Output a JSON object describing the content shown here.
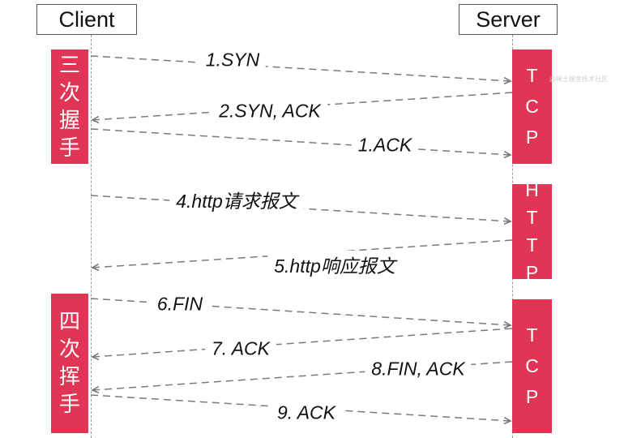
{
  "actors": {
    "client": "Client",
    "server": "Server"
  },
  "bars": {
    "handshake": [
      "三",
      "次",
      "握",
      "手"
    ],
    "tcp_top": [
      "T",
      "C",
      "P"
    ],
    "http": [
      "H",
      "T",
      "T",
      "P"
    ],
    "wave": [
      "四",
      "次",
      "挥",
      "手"
    ],
    "tcp_bottom": [
      "T",
      "C",
      "P"
    ]
  },
  "colors": {
    "bar": "#e03554",
    "arrow": "#7a7a7a"
  },
  "messages": [
    {
      "label": "1.SYN",
      "from": "client",
      "to": "server"
    },
    {
      "label": "2.SYN, ACK",
      "from": "server",
      "to": "client"
    },
    {
      "label": "1.ACK",
      "from": "client",
      "to": "server"
    },
    {
      "label": "4.http请求报文",
      "from": "client",
      "to": "server"
    },
    {
      "label": "5.http响应报文",
      "from": "server",
      "to": "client"
    },
    {
      "label": "6.FIN",
      "from": "client",
      "to": "server"
    },
    {
      "label": "7. ACK",
      "from": "server",
      "to": "client"
    },
    {
      "label": "8.FIN, ACK",
      "from": "server",
      "to": "client"
    },
    {
      "label": "9. ACK",
      "from": "client",
      "to": "server"
    }
  ],
  "watermark": "@稀土掘金技术社区"
}
